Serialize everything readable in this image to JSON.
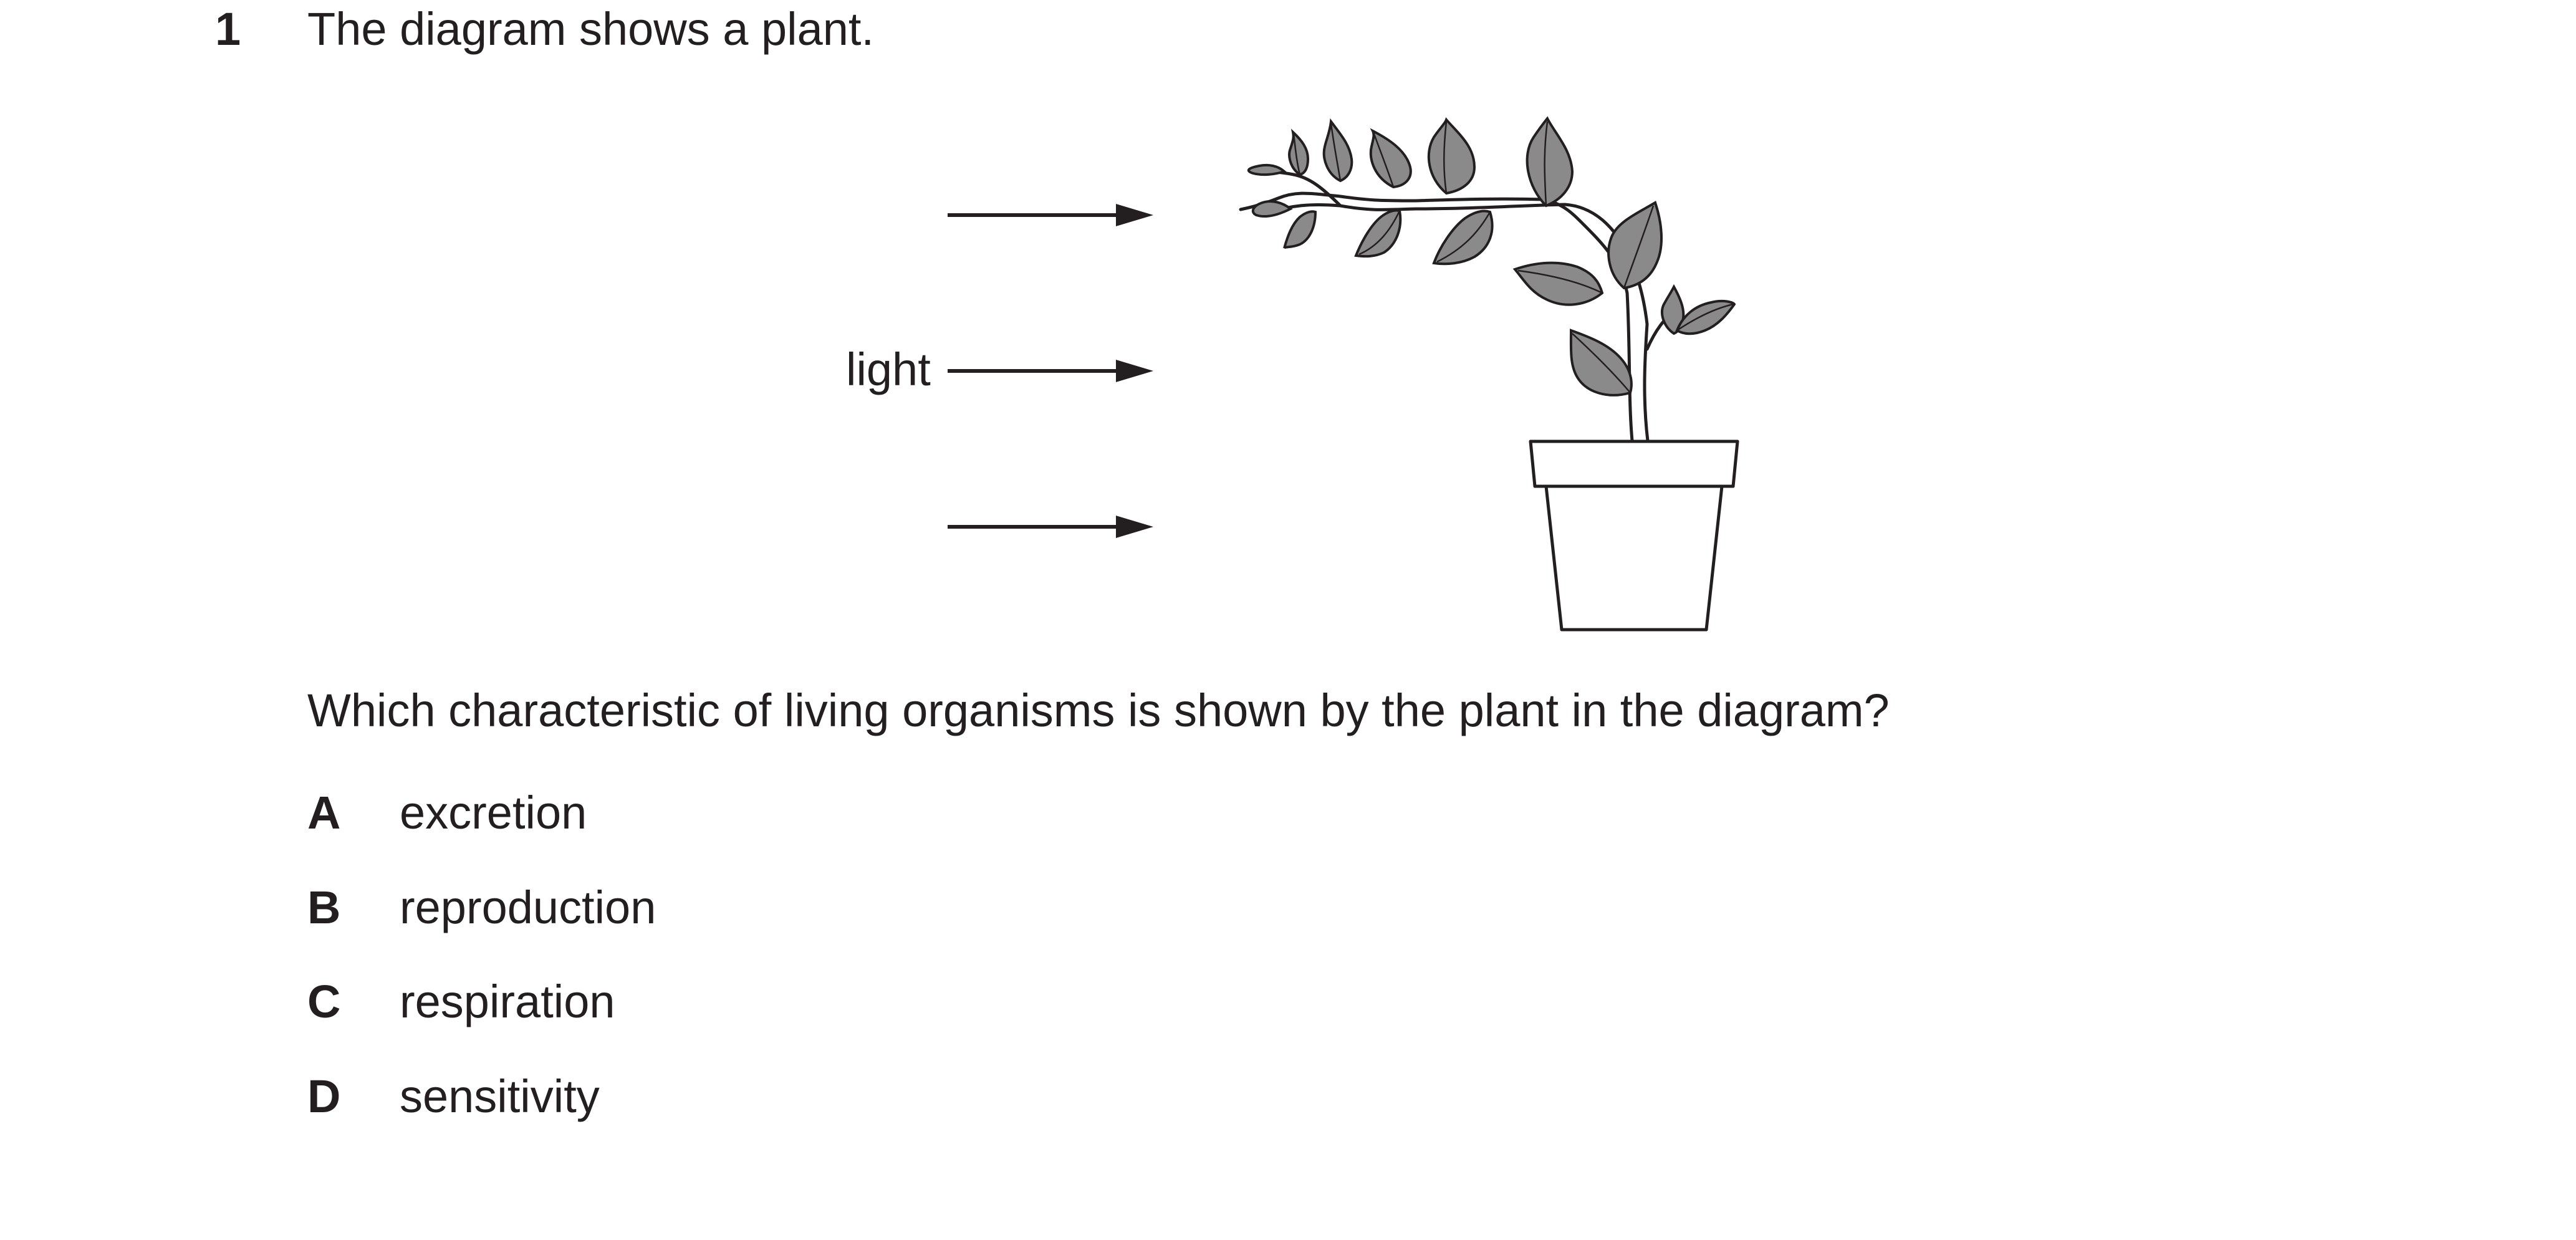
{
  "question": {
    "number": "1",
    "intro": "The diagram shows a plant.",
    "stem": "Which characteristic of living organisms is shown by the plant in the diagram?"
  },
  "diagram": {
    "light_label": "light"
  },
  "options": [
    {
      "letter": "A",
      "text": "excretion"
    },
    {
      "letter": "B",
      "text": "reproduction"
    },
    {
      "letter": "C",
      "text": "respiration"
    },
    {
      "letter": "D",
      "text": "sensitivity"
    }
  ]
}
